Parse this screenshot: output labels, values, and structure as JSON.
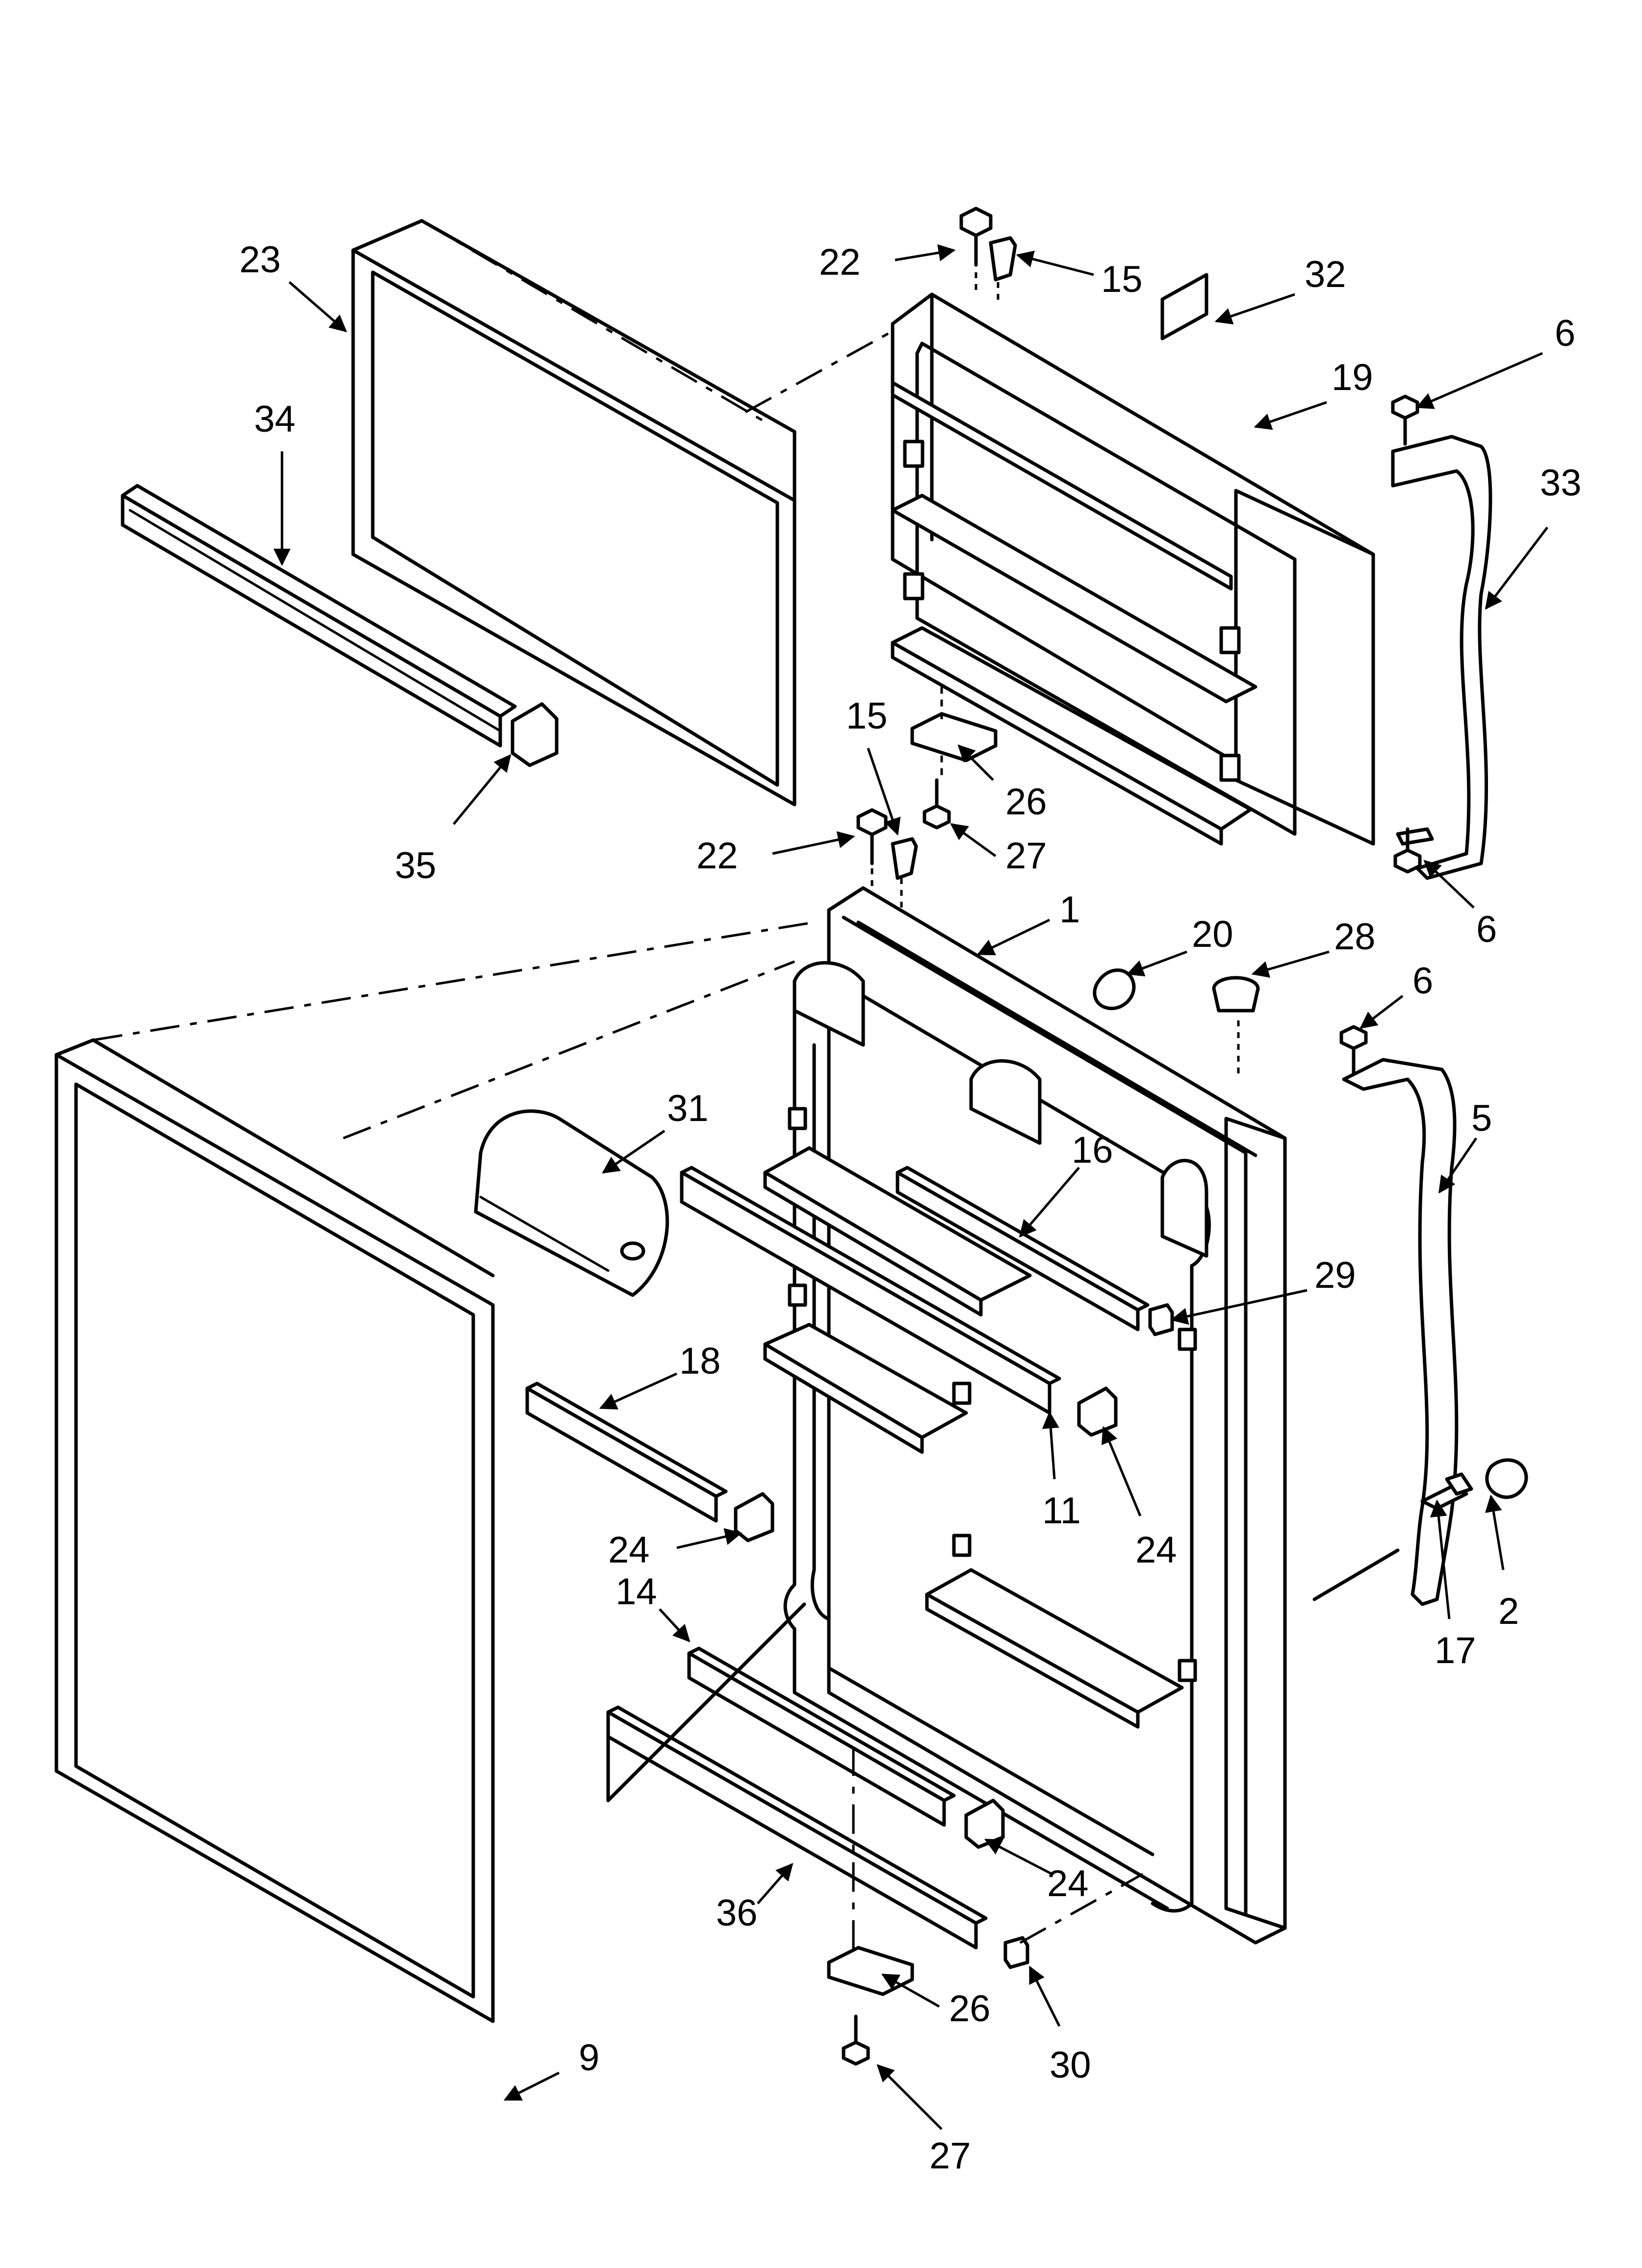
{
  "diagram": {
    "callouts": [
      {
        "id": "c23a",
        "label": "23"
      },
      {
        "id": "c34",
        "label": "34"
      },
      {
        "id": "c35",
        "label": "35"
      },
      {
        "id": "c22a",
        "label": "22"
      },
      {
        "id": "c15a",
        "label": "15"
      },
      {
        "id": "c32",
        "label": "32"
      },
      {
        "id": "c6a",
        "label": "6"
      },
      {
        "id": "c19",
        "label": "19"
      },
      {
        "id": "c33",
        "label": "33"
      },
      {
        "id": "c15b",
        "label": "15"
      },
      {
        "id": "c26a",
        "label": "26"
      },
      {
        "id": "c27a",
        "label": "27"
      },
      {
        "id": "c22b",
        "label": "22"
      },
      {
        "id": "c6b",
        "label": "6"
      },
      {
        "id": "c1",
        "label": "1"
      },
      {
        "id": "c20",
        "label": "20"
      },
      {
        "id": "c28",
        "label": "28"
      },
      {
        "id": "c6c",
        "label": "6"
      },
      {
        "id": "c31",
        "label": "31"
      },
      {
        "id": "c16",
        "label": "16"
      },
      {
        "id": "c5",
        "label": "5"
      },
      {
        "id": "c29",
        "label": "29"
      },
      {
        "id": "c18",
        "label": "18"
      },
      {
        "id": "c24a",
        "label": "24"
      },
      {
        "id": "c11",
        "label": "11"
      },
      {
        "id": "c24b",
        "label": "24"
      },
      {
        "id": "c14",
        "label": "14"
      },
      {
        "id": "c17",
        "label": "17"
      },
      {
        "id": "c2",
        "label": "2"
      },
      {
        "id": "c24c",
        "label": "24"
      },
      {
        "id": "c36",
        "label": "36"
      },
      {
        "id": "c26b",
        "label": "26"
      },
      {
        "id": "c30",
        "label": "30"
      },
      {
        "id": "c9",
        "label": "9"
      },
      {
        "id": "c27b",
        "label": "27"
      }
    ]
  }
}
